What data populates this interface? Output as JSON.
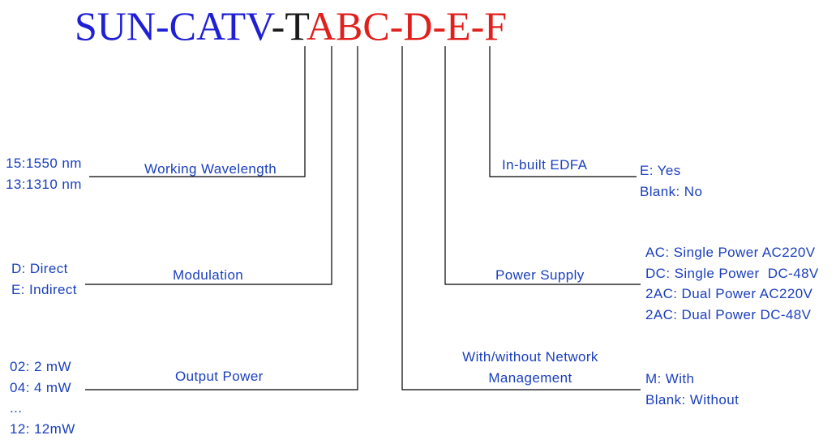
{
  "colors": {
    "prefix": "#1f1fd6",
    "middle": "#1a1a1a",
    "suffix": "#e0201c",
    "text": "#1a3fbd",
    "line": "#000000"
  },
  "title": {
    "prefix": "SUN-CATV",
    "dash1": "-",
    "t": "T",
    "abc": "ABC",
    "dash2": "-",
    "d": "D",
    "dash3": "-",
    "e": "E",
    "dash4": "-",
    "f": "F"
  },
  "fields": {
    "wavelength": {
      "label": "Working Wavelength",
      "options": [
        "15:1550 nm",
        "13:1310 nm"
      ]
    },
    "modulation": {
      "label": "Modulation",
      "options": [
        "D: Direct",
        "E: Indirect"
      ]
    },
    "output_power": {
      "label": "Output Power",
      "options": [
        "02: 2 mW",
        "04: 4 mW",
        "...",
        "12: 12mW"
      ]
    },
    "network": {
      "label_line1": "With/without Network",
      "label_line2": "Management",
      "options": [
        "M: With",
        "Blank: Without"
      ]
    },
    "power_supply": {
      "label": "Power Supply",
      "options": [
        "AC: Single Power AC220V",
        "DC: Single Power  DC-48V",
        "2AC: Dual Power AC220V",
        "2AC: Dual Power DC-48V"
      ]
    },
    "edfa": {
      "label": "In-built EDFA",
      "options": [
        "E: Yes",
        "Blank: No"
      ]
    }
  }
}
